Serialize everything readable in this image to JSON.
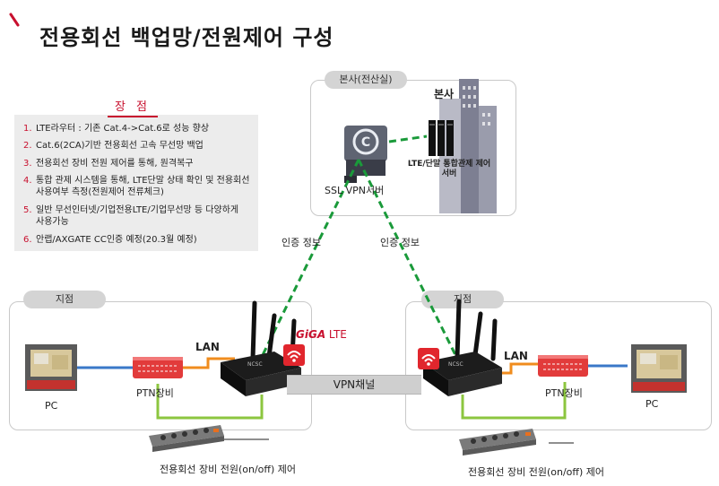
{
  "title": "전용회선 백업망/전원제어 구성",
  "advantages": {
    "heading": "장 점",
    "items": [
      {
        "num": "1.",
        "text": "LTE라우터 : 기존 Cat.4->Cat.6로 성능 향상"
      },
      {
        "num": "2.",
        "text": "Cat.6(2CA)기반 전용회선 고속 무선망 백업"
      },
      {
        "num": "3.",
        "text": "전용회선 장비 전원 제어를 통해, 원격복구"
      },
      {
        "num": "4.",
        "text": "통합 관제 시스템을 통해, LTE단말 상태 확인 및 전용회선 사용여부 측정(전원제어 전류체크)"
      },
      {
        "num": "5.",
        "text": "일반 무선인터넷/기업전용LTE/기업무선망 등 다양하게 사용가능"
      },
      {
        "num": "6.",
        "text": "안랩/AXGATE CC인증 예정(20.3월 예정)"
      }
    ]
  },
  "hq": {
    "pill": "본사(전산실)",
    "building_label": "본사",
    "ssl_label": "SSL VPN서버",
    "lte_server_label": "LTE/단말 통합관제 제어서버"
  },
  "auth_left": "인증 정보",
  "auth_right": "인증 정보",
  "branch_left": {
    "pill": "지점",
    "pc": "PC",
    "ptn": "PTN장비",
    "lan": "LAN",
    "power": "전용회선 장비 전원(on/off) 제어"
  },
  "branch_right": {
    "pill": "지점",
    "pc": "PC",
    "ptn": "PTN장비",
    "lan": "LAN",
    "power": "전용회선 장비 전원(on/off) 제어"
  },
  "giga_lte": {
    "giga": "GiGA",
    "lte": " LTE"
  },
  "vpn_channel": "VPN채널",
  "router_brand": "NCSC",
  "colors": {
    "accent": "#c8102e",
    "dashed": "#1a9a3a",
    "lan": "#f08c1e",
    "pc_link": "#3a78c8",
    "power_link": "#8cc63f"
  }
}
